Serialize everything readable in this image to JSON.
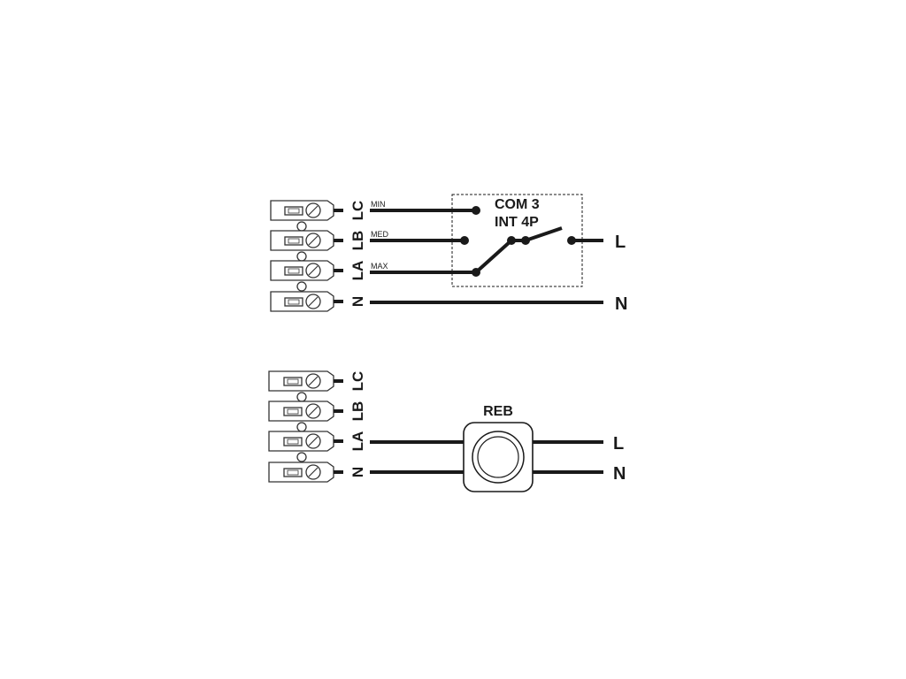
{
  "diagram1": {
    "terminals": [
      "LC",
      "LB",
      "LA",
      "N"
    ],
    "wire_labels": {
      "min": "MIN",
      "med": "MED",
      "max": "MAX"
    },
    "switch_title_1": "COM 3",
    "switch_title_2": "INT 4P",
    "out_l": "L",
    "out_n": "N"
  },
  "diagram2": {
    "terminals": [
      "LC",
      "LB",
      "LA",
      "N"
    ],
    "device_label": "REB",
    "out_l": "L",
    "out_n": "N"
  },
  "colors": {
    "line": "#1a1a1a",
    "terminal_stroke": "#333333"
  }
}
